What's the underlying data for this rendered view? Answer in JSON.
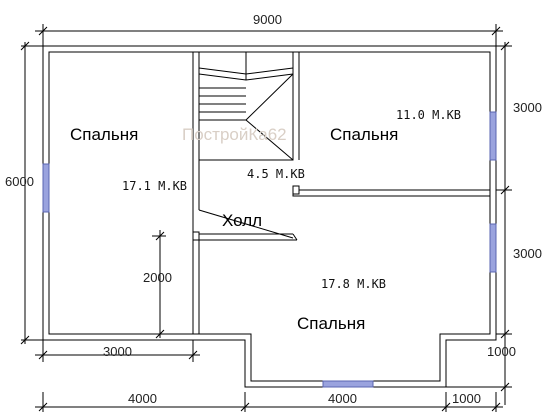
{
  "dimensions": {
    "top": "9000",
    "left": "6000",
    "right_upper": "3000",
    "right_lower": "3000",
    "right_bay": "1000",
    "bottom_left_inner": "3000",
    "inner_height": "2000",
    "bottom_left": "4000",
    "bottom_middle": "4000",
    "bottom_right": "1000"
  },
  "rooms": {
    "bedroom_left": {
      "name": "Спальня",
      "area": "17.1 М.КВ"
    },
    "bedroom_right": {
      "name": "Спальня",
      "area": "11.0 М.КВ"
    },
    "bedroom_bottom": {
      "name": "Спальня",
      "area": "17.8 М.КВ"
    },
    "stair": {
      "area": "4.5 М.КВ"
    },
    "hall": {
      "name": "Холл"
    }
  },
  "watermark": "ПостройКа62",
  "colors": {
    "wall": "#000000",
    "window": "#9aa3de",
    "window_edge": "#5a64b0",
    "watermark": "#d9cfc6"
  }
}
